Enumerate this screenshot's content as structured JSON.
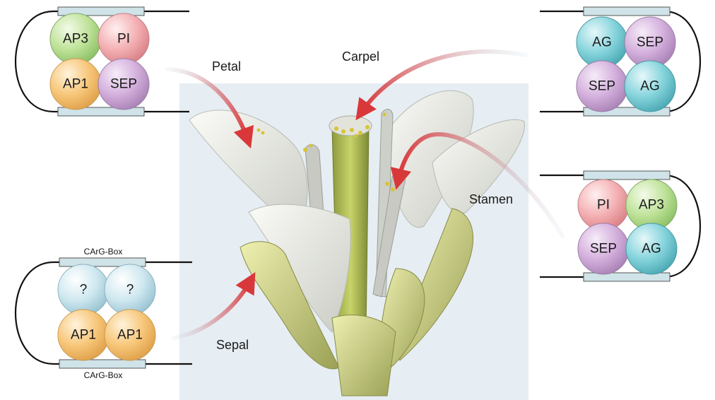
{
  "labels": {
    "petal": "Petal",
    "carpel": "Carpel",
    "stamen": "Stamen",
    "sepal": "Sepal",
    "cargbox_top": "CArG-Box",
    "cargbox_bottom": "CArG-Box"
  },
  "complexes": {
    "petal": [
      "AP3",
      "PI",
      "AP1",
      "SEP"
    ],
    "carpel": [
      "AG",
      "SEP",
      "SEP",
      "AG"
    ],
    "stamen": [
      "PI",
      "AP3",
      "SEP",
      "AG"
    ],
    "sepal": [
      "?",
      "?",
      "AP1",
      "AP1"
    ]
  },
  "colors": {
    "AP3": "#bfe39a",
    "PI": "#f4b1b4",
    "AP1": "#f7c77a",
    "SEP": "#d4b0dd",
    "AG": "#86d4dc",
    "unknown": "#cfe8f0",
    "arrow": "#d9383a",
    "backdrop": "#e8eef4",
    "box": "#cfe3e8"
  }
}
